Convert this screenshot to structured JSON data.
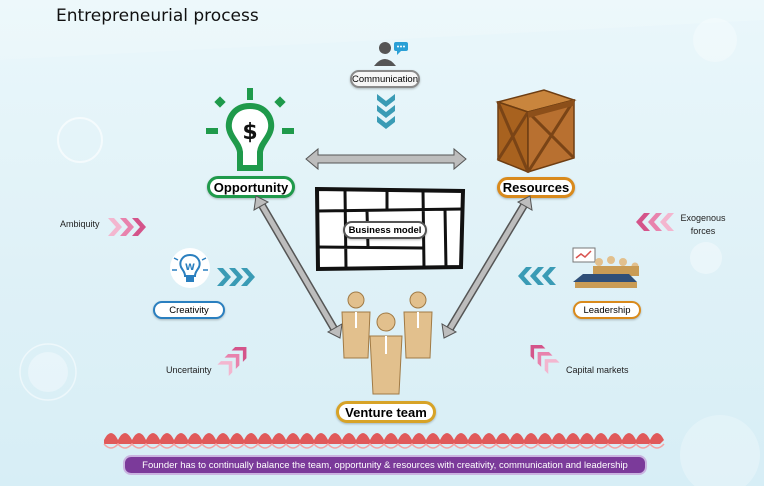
{
  "title": "Entrepreneurial process",
  "nodes": {
    "opportunity": "Opportunity",
    "resources": "Resources",
    "venture_team": "Venture team",
    "business_model": "Business model",
    "communication": "Communication",
    "creativity": "Creativity",
    "leadership": "Leadership"
  },
  "factors": {
    "ambiguity": "Ambiquity",
    "uncertainty": "Uncertainty",
    "exogenous": "Exogenous forces",
    "capital_markets": "Capital markets"
  },
  "footer": "Founder has to continually balance the team, opportunity & resources with creativity, communication and leadership",
  "colors": {
    "opportunity": "#1f9a4b",
    "resources": "#d98a1c",
    "venture_team": "#d7a327",
    "creativity": "#2a7fbf",
    "leadership": "#d98a1c",
    "communication": "#8a8a8a",
    "teal_chevron": "#3a9bb5",
    "pink_chevron": "#d4548a",
    "wave": "#e05a5a",
    "footer": "#7b3a9a"
  },
  "icons": [
    "dollar-bulb-icon",
    "crate-icon",
    "team-icon",
    "speech-person-icon",
    "w-bulb-icon",
    "meeting-icon"
  ]
}
